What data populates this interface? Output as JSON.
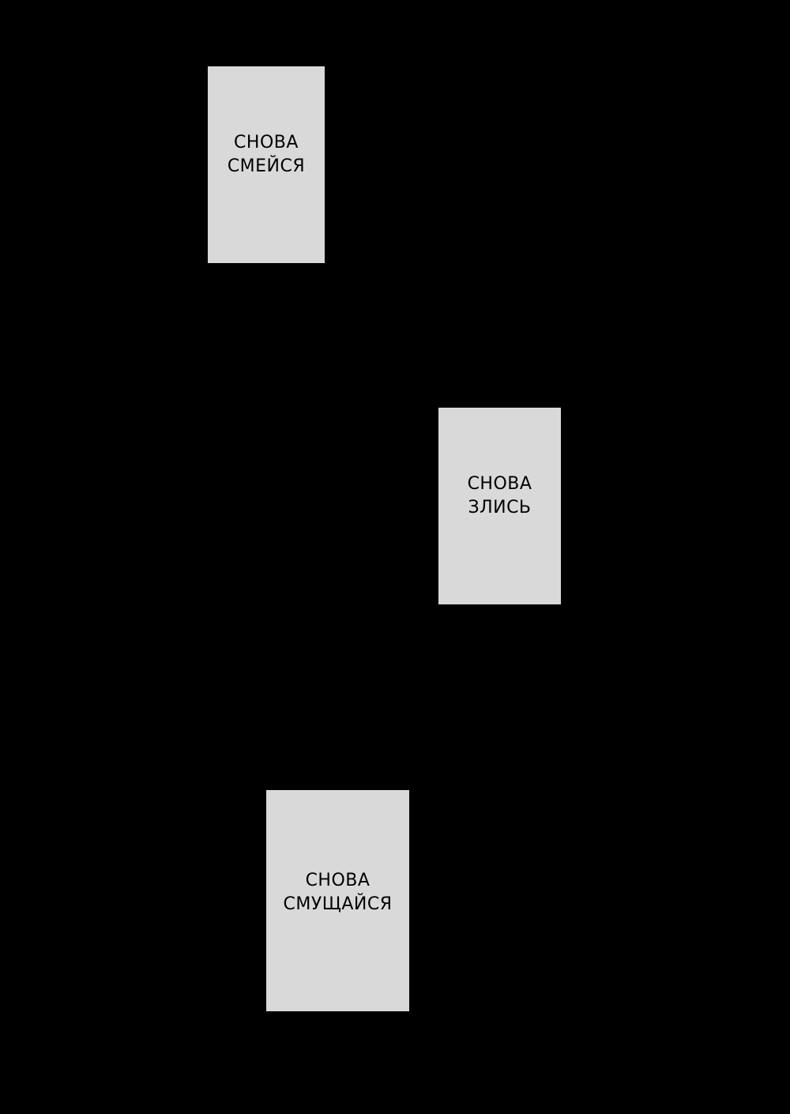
{
  "panels": [
    {
      "line1": "СНОВА",
      "line2": "СМЕЙСЯ"
    },
    {
      "line1": "СНОВА",
      "line2": "ЗЛИСЬ"
    },
    {
      "line1": "СНОВА",
      "line2": "СМУЩАЙСЯ"
    }
  ],
  "colors": {
    "background": "#000000",
    "panel": "#d9d9d9",
    "text": "#000000"
  }
}
